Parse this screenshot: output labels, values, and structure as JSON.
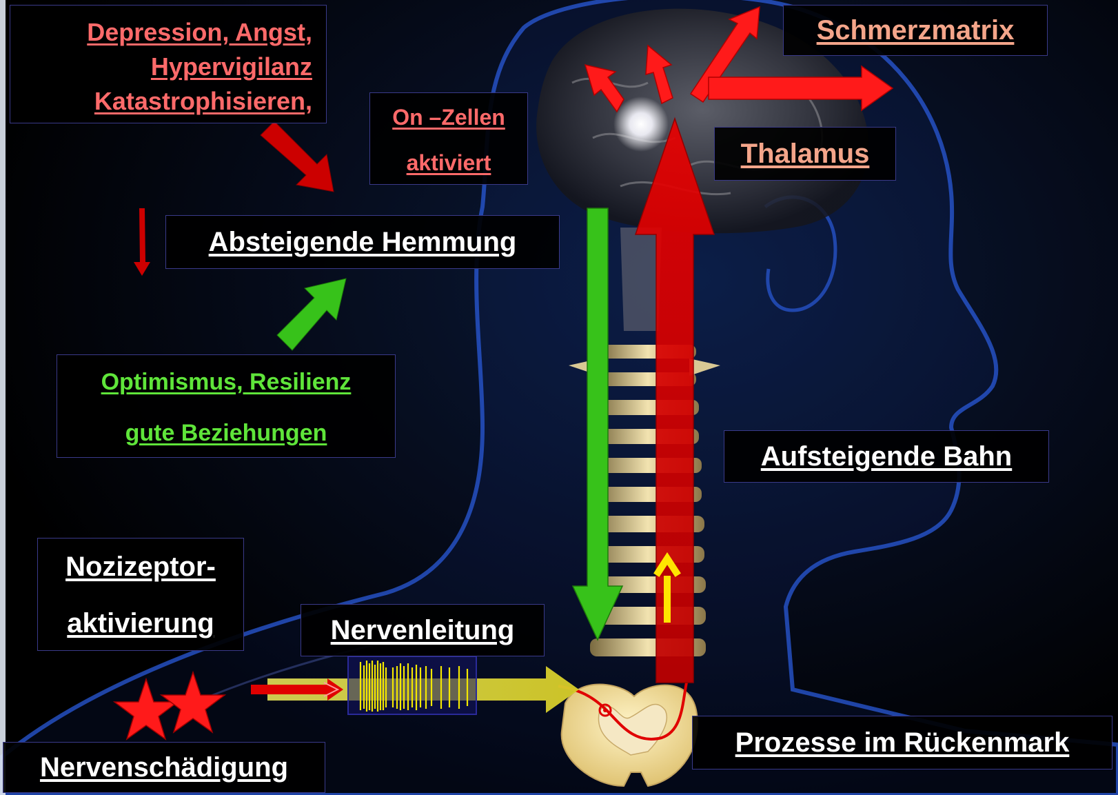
{
  "colors": {
    "background": "#000000",
    "head_outline": "#2a5ad8",
    "ascending_arrow": "#d90000",
    "descending_arrow": "#37c21a",
    "red_label_text": "#ff6a6a",
    "green_label_text": "#5fe53a",
    "salmon_label_text": "#f4a58a",
    "white_label_text": "#ffffff",
    "signal_arrow": "#e8e04a"
  },
  "labels": {
    "negative_factors": [
      "Depression, Angst,",
      "Hypervigilanz ",
      "Katastrophisieren, "
    ],
    "on_cells": [
      "On –Zellen",
      "aktiviert"
    ],
    "descending_inhibition": "Absteigende Hemmung",
    "positive_factors": [
      "Optimismus, Resilienz",
      " gute Beziehungen"
    ],
    "pain_matrix": "Schmerzmatrix",
    "thalamus": "Thalamus",
    "ascending_pathway": "Aufsteigende Bahn",
    "nociceptor_activation": [
      "Nozizeptor-",
      "aktivierung"
    ],
    "nerve_conduction": "Nervenleitung",
    "nerve_damage": "Nervenschädigung",
    "spinal_processes": "Prozesse im Rückenmark"
  },
  "icons": [
    "star-icon",
    "star-icon",
    "spinal-cord-icon",
    "brain-icon",
    "vertebra-icon",
    "nerve-signal-icon"
  ]
}
